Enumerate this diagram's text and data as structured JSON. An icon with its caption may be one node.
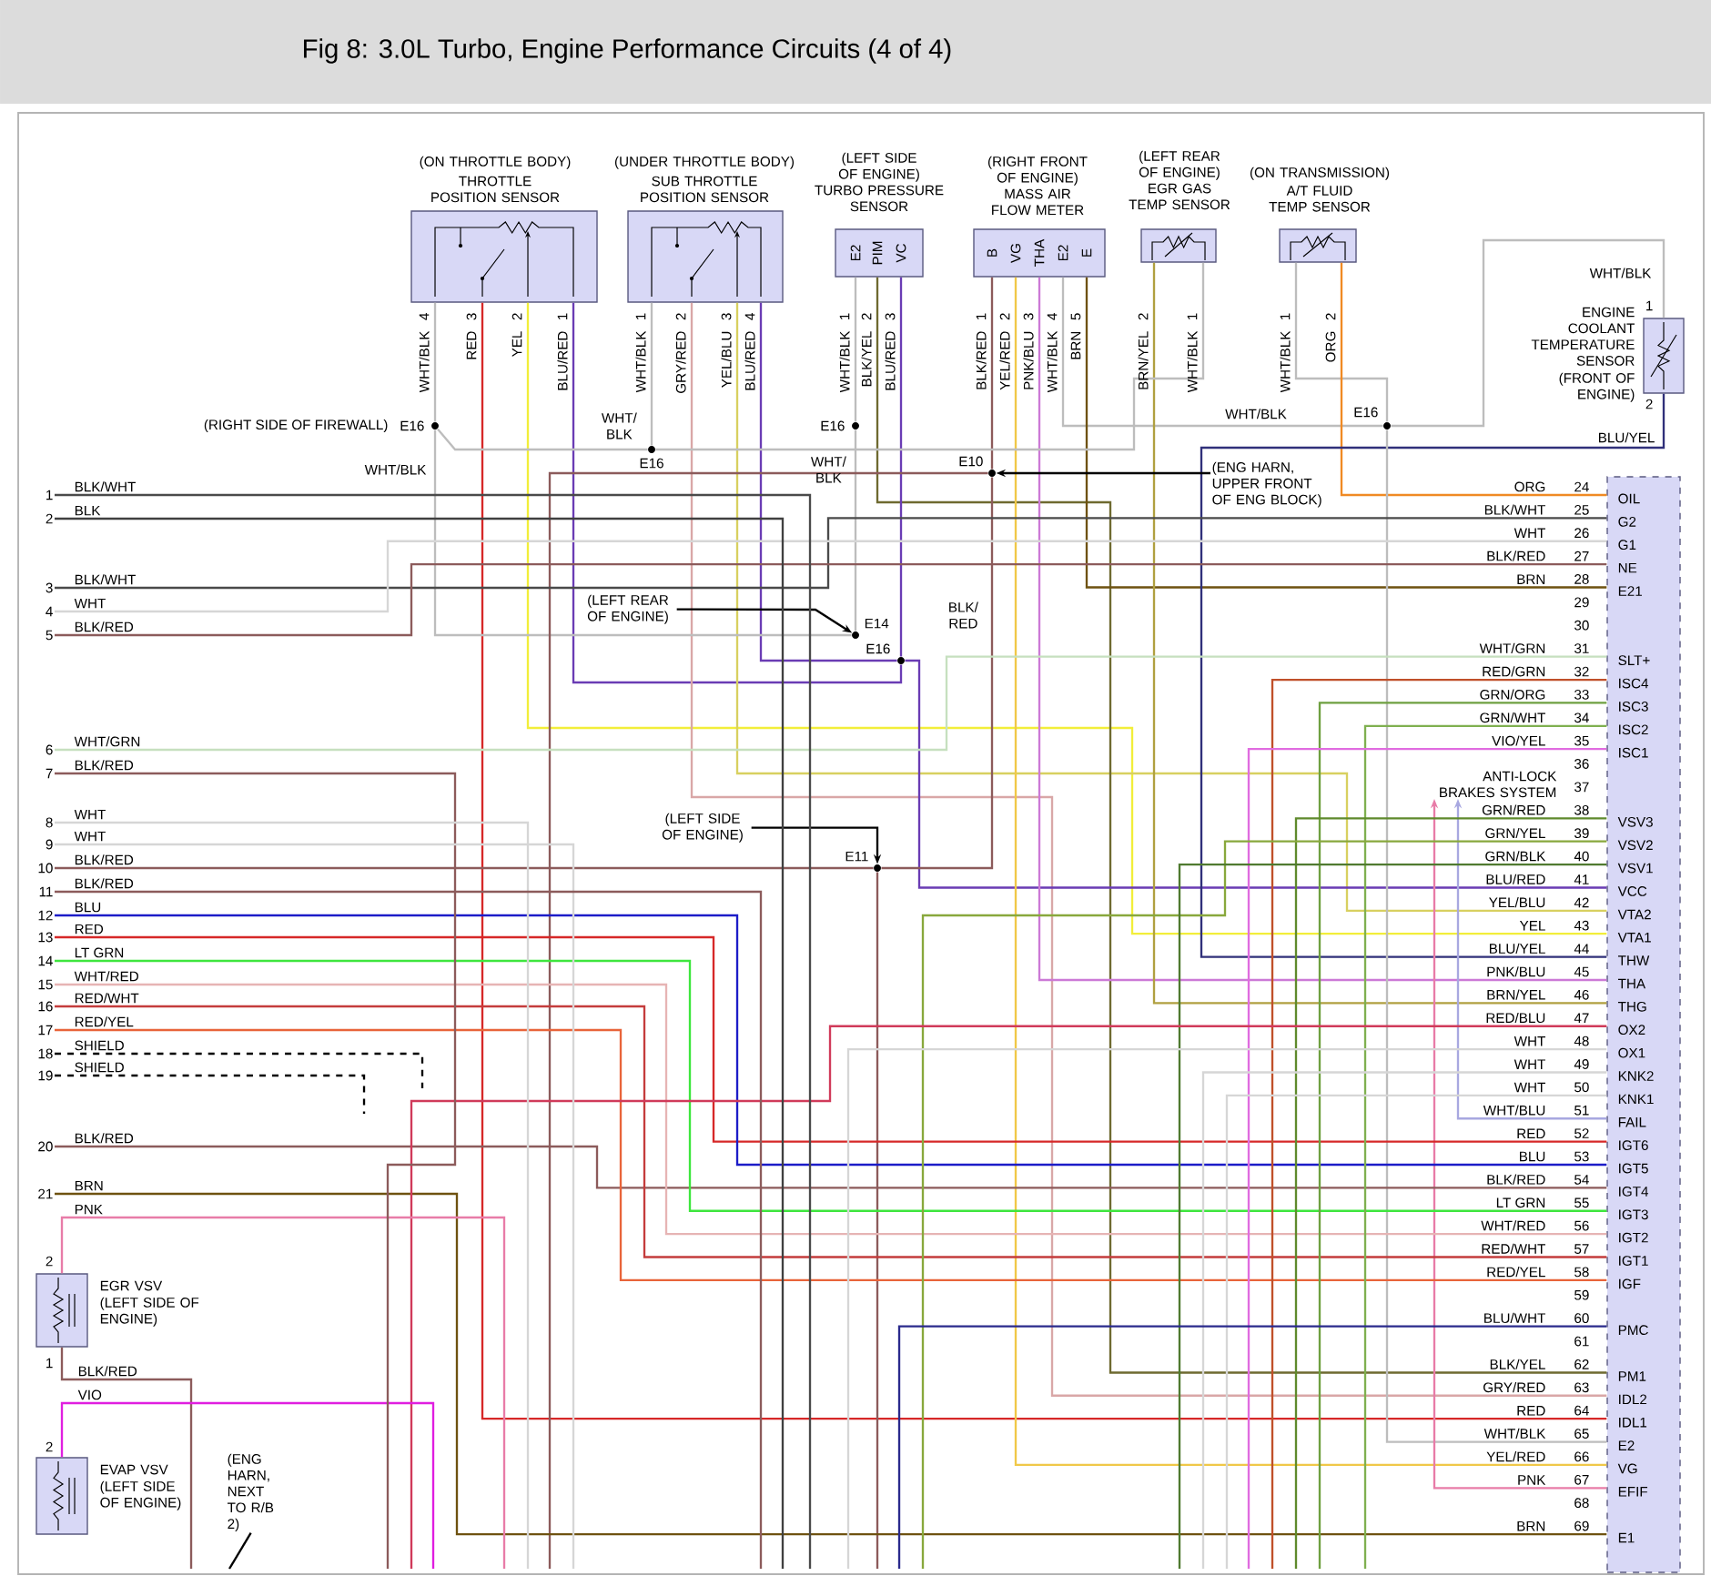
{
  "diagram": {
    "title": "Fig 8: 3.0L Turbo, Engine Performance Circuits (4 of 4)",
    "nodes": [
      {
        "text": [
          "(ON THROTTLE BODY)",
          "THROTTLE POSITION SENSOR"
        ]
      },
      {
        "text": [
          "(UNDER THROTTLE BODY)",
          "SUB THROTTLE POSITION SENSOR"
        ]
      },
      {
        "text": [
          "(LEFT SIDE OF ENGINE)",
          "TURBO PRESSURE SENSOR",
          "E2",
          "PIM",
          "VC"
        ]
      },
      {
        "text": [
          "(RIGHT FRONT OF ENGINE)",
          "MASS AIR FLOW METER",
          "B",
          "VG",
          "THA",
          "E2",
          "E"
        ]
      },
      {
        "text": [
          "(LEFT REAR OF ENGINE)",
          "EGR GAS TEMP SENSOR"
        ]
      },
      {
        "text": [
          "(ON TRANSMISSION)",
          "A/T FLUID TEMP SENSOR"
        ]
      },
      {
        "text": [
          "ENGINE COOLANT TEMPERATURE SENSOR",
          "(FRONT OF ENGINE)"
        ]
      },
      {
        "text": [
          "EGR VSV",
          "(LEFT SIDE OF ENGINE)"
        ]
      },
      {
        "text": [
          "EVAP VSV",
          "(LEFT SIDE OF ENGINE)"
        ]
      },
      {
        "text": [
          "OIL",
          "G2",
          "G1",
          "NE",
          "E21",
          "SLT+",
          "ISC4",
          "ISC3",
          "ISC2",
          "ISC1",
          "VSV3",
          "VSV2",
          "VSV1",
          "VCC",
          "VTA2",
          "VTA1",
          "THW",
          "THA",
          "THG",
          "OX2",
          "OX1",
          "KNK2",
          "KNK1",
          "FAIL",
          "IGT6",
          "IGT5",
          "IGT4",
          "IGT3",
          "IGT2",
          "IGT1",
          "IGF",
          "PMC",
          "PM1",
          "IDL2",
          "IDL1",
          "E2",
          "VG",
          "EFIF",
          "E1"
        ]
      },
      {
        "text": [
          "E16"
        ],
        "beside": [
          "(RIGHT SIDE OF FIREWALL)"
        ]
      },
      {
        "text": [
          "E16"
        ]
      },
      {
        "text": [
          "E16"
        ]
      },
      {
        "text": [
          "E10"
        ]
      },
      {
        "text": [
          "E14"
        ]
      },
      {
        "text": [
          "E16"
        ]
      },
      {
        "text": [
          "E11"
        ]
      },
      {
        "text": [
          "E16"
        ]
      },
      {
        "text": [
          "(ENG HARN, UPPER FRONT OF ENG BLOCK)"
        ]
      },
      {
        "text": [
          "(LEFT REAR OF ENGINE)"
        ]
      },
      {
        "text": [
          "(LEFT SIDE OF ENGINE)"
        ]
      },
      {
        "text": [
          "ANTI-LOCK BRAKES SYSTEM"
        ]
      },
      {
        "text": [
          "(ENG HARN, NEXT TO R/B 2)"
        ]
      },
      {
        "text": [
          "1"
        ]
      },
      {
        "text": [
          "2"
        ]
      },
      {
        "text": [
          "3"
        ]
      },
      {
        "text": [
          "4"
        ]
      },
      {
        "text": [
          "5"
        ]
      },
      {
        "text": [
          "6"
        ]
      },
      {
        "text": [
          "7"
        ]
      },
      {
        "text": [
          "8"
        ]
      },
      {
        "text": [
          "9"
        ]
      },
      {
        "text": [
          "10"
        ]
      },
      {
        "text": [
          "11"
        ]
      },
      {
        "text": [
          "12"
        ]
      },
      {
        "text": [
          "13"
        ]
      },
      {
        "text": [
          "14"
        ]
      },
      {
        "text": [
          "15"
        ]
      },
      {
        "text": [
          "16"
        ]
      },
      {
        "text": [
          "17"
        ]
      },
      {
        "text": [
          "18"
        ]
      },
      {
        "text": [
          "19"
        ]
      },
      {
        "text": [
          "20"
        ]
      },
      {
        "text": [
          "21"
        ]
      }
    ],
    "edges": [
      {
        "from": 0,
        "to": 9,
        "arrow": "none",
        "color": "#d62828"
      },
      {
        "from": 0,
        "to": 9,
        "arrow": "none",
        "color": "#f2ee3a"
      },
      {
        "from": 0,
        "to": 15,
        "arrow": "none",
        "color": "#6a3cb4"
      },
      {
        "from": 0,
        "to": 10,
        "arrow": "none",
        "color": "#bdbdbd"
      },
      {
        "from": 1,
        "to": 11,
        "arrow": "none",
        "color": "#bdbdbd"
      },
      {
        "from": 1,
        "to": 9,
        "arrow": "none",
        "color": "#d9a7a7"
      },
      {
        "from": 1,
        "to": 9,
        "arrow": "none",
        "color": "#d8d060"
      },
      {
        "from": 1,
        "to": 15,
        "arrow": "none",
        "color": "#6a3cb4"
      },
      {
        "from": 2,
        "to": 12,
        "arrow": "none",
        "color": "#bdbdbd"
      },
      {
        "from": 2,
        "to": 9,
        "arrow": "none",
        "color": "#6e6a30"
      },
      {
        "from": 2,
        "to": 15,
        "arrow": "none",
        "color": "#6a3cb4"
      },
      {
        "from": 15,
        "to": 9,
        "arrow": "none",
        "color": "#6a3cb4"
      },
      {
        "from": 3,
        "to": 13,
        "arrow": "none",
        "color": "#8c5b5b"
      },
      {
        "from": 3,
        "to": 9,
        "arrow": "none",
        "color": "#f0c848"
      },
      {
        "from": 3,
        "to": 9,
        "arrow": "none",
        "color": "#cc7ad6"
      },
      {
        "from": 3,
        "to": 17,
        "arrow": "none",
        "color": "#bdbdbd"
      },
      {
        "from": 3,
        "to": 9,
        "arrow": "none",
        "color": "#6e5210"
      },
      {
        "from": 4,
        "to": 9,
        "arrow": "none",
        "color": "#b0a040"
      },
      {
        "from": 4,
        "to": 11,
        "arrow": "none",
        "color": "#bdbdbd"
      },
      {
        "from": 5,
        "to": 17,
        "arrow": "none",
        "color": "#bdbdbd"
      },
      {
        "from": 5,
        "to": 9,
        "arrow": "none",
        "color": "#f08a24"
      },
      {
        "from": 6,
        "to": 17,
        "arrow": "none",
        "color": "#bdbdbd"
      },
      {
        "from": 6,
        "to": 9,
        "arrow": "none",
        "color": "#30307a"
      },
      {
        "from": 17,
        "to": 9,
        "arrow": "none",
        "color": "#bdbdbd"
      },
      {
        "from": 10,
        "to": 11,
        "arrow": "none",
        "color": "#bdbdbd"
      },
      {
        "from": 10,
        "to": 14,
        "arrow": "none",
        "color": "#bdbdbd"
      },
      {
        "from": 12,
        "to": 14,
        "arrow": "none",
        "color": "#bdbdbd"
      },
      {
        "from": 13,
        "to": null,
        "arrow": "none",
        "color": "#8c5b5b"
      },
      {
        "from": 13,
        "to": 16,
        "arrow": "none",
        "color": "#8c5b5b"
      },
      {
        "from": 16,
        "to": null,
        "arrow": "none",
        "color": "#8c5b5b"
      },
      {
        "from": 32,
        "to": 16,
        "arrow": "none",
        "color": "#8c5b5b"
      },
      {
        "from": 18,
        "to": 13,
        "arrow": "to",
        "color": "#000000"
      },
      {
        "from": 19,
        "to": 14,
        "arrow": "to",
        "color": "#000000"
      },
      {
        "from": 20,
        "to": 16,
        "arrow": "to",
        "color": "#000000"
      },
      {
        "from": 9,
        "to": 21,
        "arrow": "to",
        "color": "#e87ca8"
      },
      {
        "from": 9,
        "to": 21,
        "arrow": "to",
        "color": "#a8a8e0"
      },
      {
        "from": 25,
        "to": 9,
        "arrow": "none",
        "color": "#4a4a4a"
      },
      {
        "from": 26,
        "to": 9,
        "arrow": "none",
        "color": "#d6d6d6"
      },
      {
        "from": 27,
        "to": 9,
        "arrow": "none",
        "color": "#8c5b5b"
      },
      {
        "from": 28,
        "to": 9,
        "arrow": "none",
        "color": "#c6e0bf"
      },
      {
        "from": 35,
        "to": 9,
        "arrow": "none",
        "color": "#d62828"
      },
      {
        "from": 34,
        "to": 9,
        "arrow": "none",
        "color": "#1c1cc8"
      },
      {
        "from": 42,
        "to": 9,
        "arrow": "none",
        "color": "#8c5b5b"
      },
      {
        "from": 36,
        "to": 9,
        "arrow": "none",
        "color": "#3ee63e"
      },
      {
        "from": 37,
        "to": 9,
        "arrow": "none",
        "color": "#e6b4b4"
      },
      {
        "from": 38,
        "to": 9,
        "arrow": "none",
        "color": "#c43c3c"
      },
      {
        "from": 39,
        "to": 9,
        "arrow": "none",
        "color": "#e8643a"
      },
      {
        "from": 43,
        "to": 9,
        "arrow": "none",
        "color": "#6e5210"
      },
      {
        "from": 9,
        "to": null,
        "arrow": "none",
        "color": "#c0502a"
      },
      {
        "from": 9,
        "to": null,
        "arrow": "none",
        "color": "#6ea040"
      },
      {
        "from": 9,
        "to": null,
        "arrow": "none",
        "color": "#7fb050"
      },
      {
        "from": 9,
        "to": null,
        "arrow": "none",
        "color": "#e06ce0"
      },
      {
        "from": 9,
        "to": null,
        "arrow": "none",
        "color": "#5f8a2c"
      },
      {
        "from": 9,
        "to": null,
        "arrow": "none",
        "color": "#88a83c"
      },
      {
        "from": 9,
        "to": null,
        "arrow": "none",
        "color": "#4f7a30"
      },
      {
        "from": 9,
        "to": null,
        "arrow": "none",
        "color": "#d03a5a"
      },
      {
        "from": 9,
        "to": null,
        "arrow": "none",
        "color": "#d6d6d6"
      },
      {
        "from": 9,
        "to": null,
        "arrow": "none",
        "color": "#d6d6d6"
      },
      {
        "from": 9,
        "to": null,
        "arrow": "none",
        "color": "#d6d6d6"
      },
      {
        "from": 9,
        "to": null,
        "arrow": "none",
        "color": "#2a2a8c"
      },
      {
        "from": 7,
        "to": null,
        "arrow": "none",
        "color": "#e87ca8"
      },
      {
        "from": 7,
        "to": null,
        "arrow": "none",
        "color": "#8c5b5b"
      },
      {
        "from": 8,
        "to": null,
        "arrow": "none",
        "color": "#e01ee0"
      },
      {
        "from": 22,
        "to": null,
        "arrow": "none",
        "color": "#000000"
      },
      {
        "from": 23,
        "to": null,
        "arrow": "none",
        "color": "#4a4a4a"
      },
      {
        "from": 24,
        "to": null,
        "arrow": "none",
        "color": "#404040"
      },
      {
        "from": 29,
        "to": null,
        "arrow": "none",
        "color": "#8c5b5b"
      },
      {
        "from": 30,
        "to": null,
        "arrow": "none",
        "color": "#d6d6d6"
      },
      {
        "from": 31,
        "to": null,
        "arrow": "none",
        "color": "#d6d6d6"
      },
      {
        "from": 33,
        "to": null,
        "arrow": "none",
        "color": "#8c5b5b"
      },
      {
        "from": 40,
        "to": null,
        "arrow": "none",
        "style": "dashed",
        "color": "#000000"
      },
      {
        "from": 41,
        "to": null,
        "arrow": "none",
        "style": "dashed",
        "color": "#000000"
      }
    ],
    "labels": [
      "WHT/BLK",
      "4",
      "RED",
      "3",
      "YEL",
      "2",
      "BLU/RED",
      "1",
      "WHT/BLK",
      "1",
      "GRY/RED",
      "2",
      "YEL/BLU",
      "3",
      "BLU/RED",
      "4",
      "WHT/BLK",
      "1",
      "BLK/YEL",
      "2",
      "BLU/RED",
      "3",
      "BLK/RED",
      "1",
      "YEL/RED",
      "2",
      "PNK/BLU",
      "3",
      "WHT/BLK",
      "4",
      "BRN",
      "5",
      "BRN/YEL",
      "2",
      "WHT/BLK",
      "1",
      "WHT/BLK",
      "1",
      "ORG",
      "2",
      "WHT/BLK",
      "1",
      "2",
      "BLU/YEL",
      "WHT/BLK",
      "WHT/ BLK",
      "WHT/ BLK",
      "BLK/ RED",
      "WHT/BLK",
      "BLK/WHT",
      "BLK",
      "BLK/WHT",
      "WHT",
      "BLK/RED",
      "WHT/GRN",
      "BLK/RED",
      "WHT",
      "WHT",
      "BLK/RED",
      "BLK/RED",
      "BLU",
      "RED",
      "LT GRN",
      "WHT/RED",
      "RED/WHT",
      "RED/YEL",
      "SHIELD",
      "SHIELD",
      "BLK/RED",
      "BRN",
      "PNK",
      "2",
      "1",
      "BLK/RED",
      "VIO",
      "2",
      "ORG",
      "24",
      "BLK/WHT",
      "25",
      "WHT",
      "26",
      "BLK/RED",
      "27",
      "BRN",
      "28",
      "29",
      "30",
      "WHT/GRN",
      "31",
      "RED/GRN",
      "32",
      "GRN/ORG",
      "33",
      "GRN/WHT",
      "34",
      "VIO/YEL",
      "35",
      "36",
      "37",
      "GRN/RED",
      "38",
      "GRN/YEL",
      "39",
      "GRN/BLK",
      "40",
      "BLU/RED",
      "41",
      "YEL/BLU",
      "42",
      "YEL",
      "43",
      "BLU/YEL",
      "44",
      "PNK/BLU",
      "45",
      "BRN/YEL",
      "46",
      "RED/BLU",
      "47",
      "WHT",
      "48",
      "WHT",
      "49",
      "WHT",
      "50",
      "WHT/BLU",
      "51",
      "RED",
      "52",
      "BLU",
      "53",
      "BLK/RED",
      "54",
      "LT GRN",
      "55",
      "WHT/RED",
      "56",
      "RED/WHT",
      "57",
      "RED/YEL",
      "58",
      "59",
      "BLU/WHT",
      "60",
      "61",
      "BLK/YEL",
      "62",
      "GRY/RED",
      "63",
      "RED",
      "64",
      "WHT/BLK",
      "65",
      "YEL/RED",
      "66",
      "PNK",
      "67",
      "68",
      "BRN",
      "69"
    ]
  }
}
